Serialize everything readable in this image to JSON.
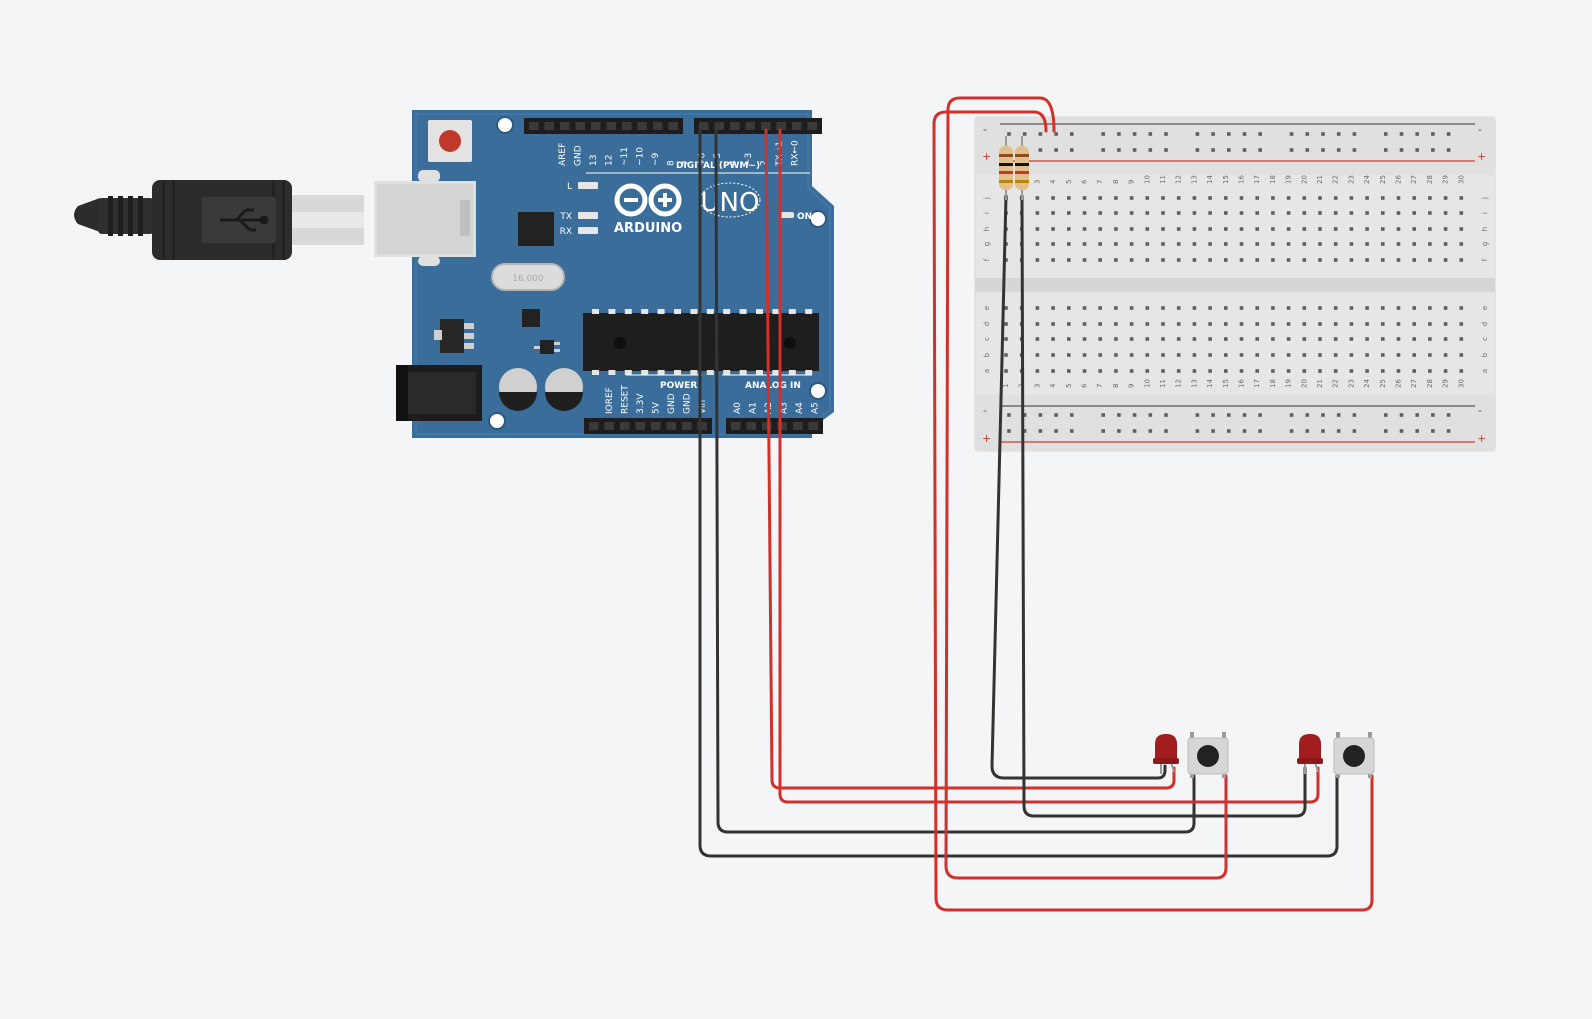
{
  "canvas": {
    "background": "#f3f5f7"
  },
  "arduino": {
    "brand": "ARDUINO",
    "model": "UNO",
    "digital_header_label": "DIGITAL (PWM~)",
    "power_label": "POWER",
    "analog_label": "ANALOG IN",
    "on_label": "ON",
    "led_labels": [
      "L",
      "TX",
      "RX"
    ],
    "digital_pins": [
      "AREF",
      "GND",
      "13",
      "12",
      "~11",
      "~10",
      "~9",
      "8",
      "7",
      "~6",
      "~5",
      "4",
      "~3",
      "2",
      "TX→1",
      "RX←0"
    ],
    "power_pins": [
      "IOREF",
      "RESET",
      "3.3V",
      "5V",
      "GND",
      "GND",
      "Vin"
    ],
    "analog_pins": [
      "A0",
      "A1",
      "A2",
      "A3",
      "A4",
      "A5"
    ],
    "crystal_label": "16.000",
    "board_color": "#3a6d9a"
  },
  "breadboard": {
    "row_labels_top": [
      "j",
      "i",
      "h",
      "g",
      "f"
    ],
    "row_labels_bottom": [
      "e",
      "d",
      "c",
      "b",
      "a"
    ],
    "column_numbers": [
      "1",
      "2",
      "3",
      "4",
      "5",
      "6",
      "7",
      "8",
      "9",
      "10",
      "11",
      "12",
      "13",
      "14",
      "15",
      "16",
      "17",
      "18",
      "19",
      "20",
      "21",
      "22",
      "23",
      "24",
      "25",
      "26",
      "27",
      "28",
      "29",
      "30"
    ],
    "rail_minus": "-",
    "rail_plus": "+"
  },
  "wire_colors": {
    "red": "#d2302a",
    "black": "#333333"
  },
  "components": [
    "usb-cable",
    "resistor-1",
    "resistor-2",
    "led-1",
    "led-2",
    "pushbutton-1",
    "pushbutton-2"
  ]
}
